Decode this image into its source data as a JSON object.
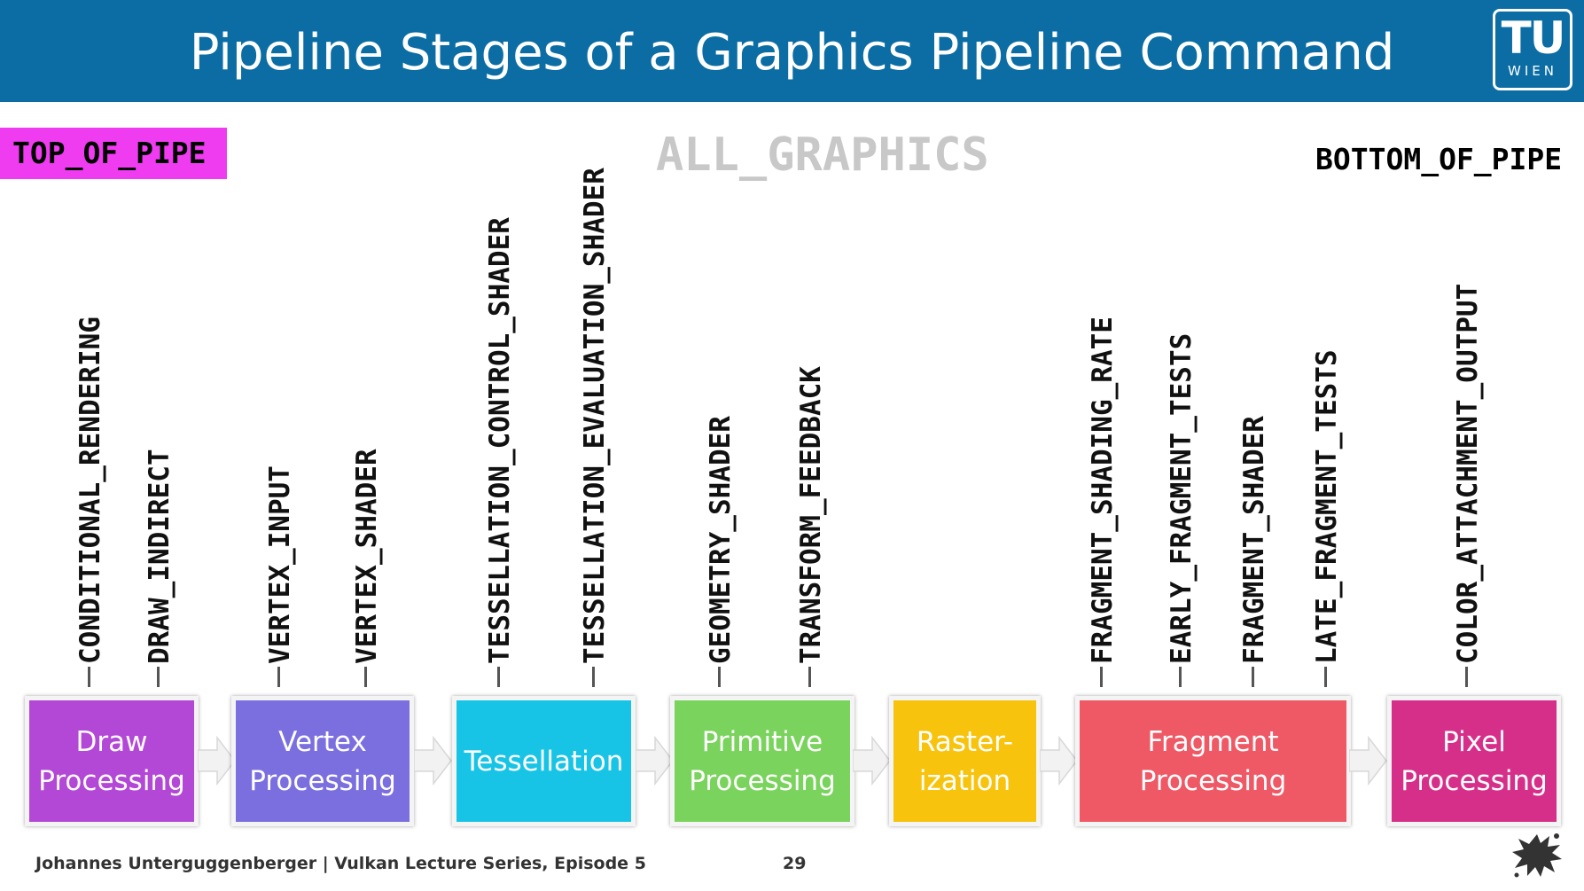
{
  "title": "Pipeline Stages of a Graphics Pipeline Command",
  "logo": {
    "line1": "TU",
    "line2": "WIEN"
  },
  "markers": {
    "top_of_pipe": "TOP_OF_PIPE",
    "all_graphics": "ALL_GRAPHICS",
    "bottom_of_pipe": "BOTTOM_OF_PIPE"
  },
  "stage_labels": [
    "CONDITIONAL_RENDERING",
    "DRAW_INDIRECT",
    "VERTEX_INPUT",
    "VERTEX_SHADER",
    "TESSELLATION_CONTROL_SHADER",
    "TESSELLATION_EVALUATION_SHADER",
    "GEOMETRY_SHADER",
    "TRANSFORM_FEEDBACK",
    "FRAGMENT_SHADING_RATE",
    "EARLY_FRAGMENT_TESTS",
    "FRAGMENT_SHADER",
    "LATE_FRAGMENT_TESTS",
    "COLOR_ATTACHMENT_OUTPUT"
  ],
  "boxes": [
    {
      "label": "Draw\nProcessing",
      "color": "#b347d6"
    },
    {
      "label": "Vertex\nProcessing",
      "color": "#7b6fe0"
    },
    {
      "label": "Tessellation",
      "color": "#18c4e6"
    },
    {
      "label": "Primitive\nProcessing",
      "color": "#79d35c"
    },
    {
      "label": "Raster-\nization",
      "color": "#f7c30c"
    },
    {
      "label": "Fragment\nProcessing",
      "color": "#ef5865"
    },
    {
      "label": "Pixel\nProcessing",
      "color": "#d62f8a"
    }
  ],
  "footer": {
    "author": "Johannes Unterguggenberger | Vulkan Lecture Series, Episode 5",
    "page": "29"
  },
  "colors": {
    "header": "#0b6da4",
    "top_of_pipe_bg": "#f03cf0",
    "all_graphics": "#c8c8c8"
  }
}
